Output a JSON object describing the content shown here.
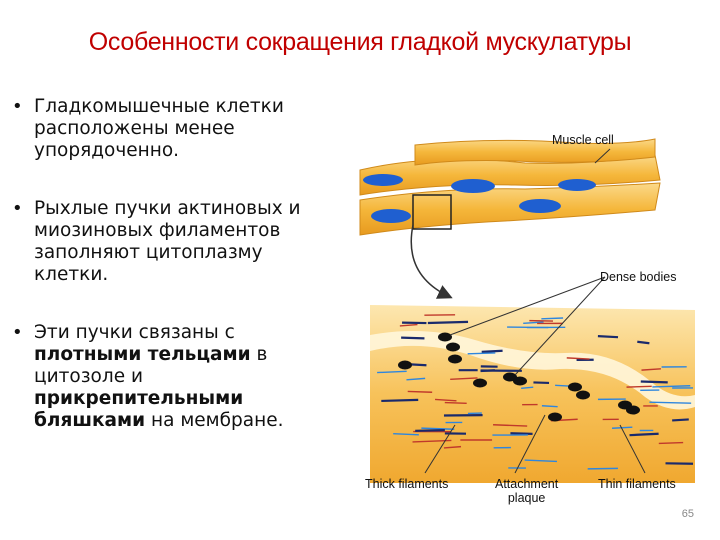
{
  "title": "Особенности сокращения гладкой мускулатуры",
  "bullets": [
    {
      "segments": [
        {
          "text": "Гладкомышечные клетки расположены менее упорядоченно.",
          "bold": false
        }
      ]
    },
    {
      "segments": [
        {
          "text": "Рыхлые пучки актиновых и миозиновых филаментов заполняют цитоплазму клетки.",
          "bold": false
        }
      ]
    },
    {
      "segments": [
        {
          "text": "Эти пучки связаны с ",
          "bold": false
        },
        {
          "text": "плотными тельцами",
          "bold": true
        },
        {
          "text": " в цитозоле и ",
          "bold": false
        },
        {
          "text": "прикрепительными бляшками",
          "bold": true
        },
        {
          "text": " на мембране.",
          "bold": false
        }
      ]
    }
  ],
  "figure": {
    "labels": {
      "muscle_cell": "Muscle cell",
      "dense_bodies": "Dense bodies",
      "thick_filaments": "Thick filaments",
      "attachment_plaque": "Attachment\nplaque",
      "thin_filaments": "Thin filaments"
    },
    "colors": {
      "cell_fill": "#f5b73b",
      "cell_light": "#fbd98a",
      "nucleus": "#1f5fd0",
      "dense_body": "#111111",
      "thick_filament": "#1a2a6c",
      "thin_filament": "#c0392b",
      "thin_filament_blue": "#2e86de"
    }
  },
  "page_number": "65"
}
